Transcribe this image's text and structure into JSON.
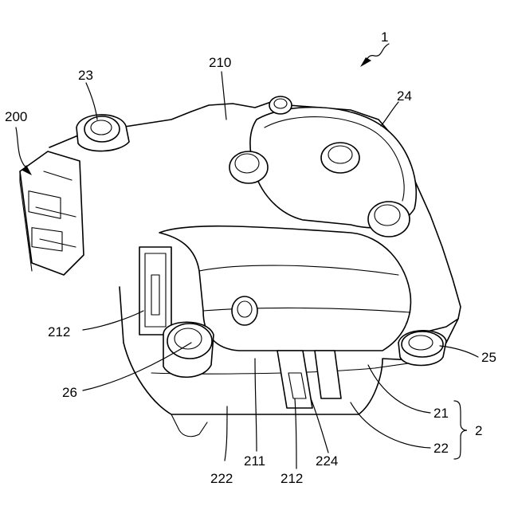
{
  "figure": {
    "labels": {
      "l1": "1",
      "l2": "2",
      "l21": "21",
      "l22": "22",
      "l23": "23",
      "l24": "24",
      "l25": "25",
      "l26": "26",
      "l200": "200",
      "l210": "210",
      "l211": "211",
      "l212a": "212",
      "l212b": "212",
      "l222": "222",
      "l224": "224"
    }
  }
}
